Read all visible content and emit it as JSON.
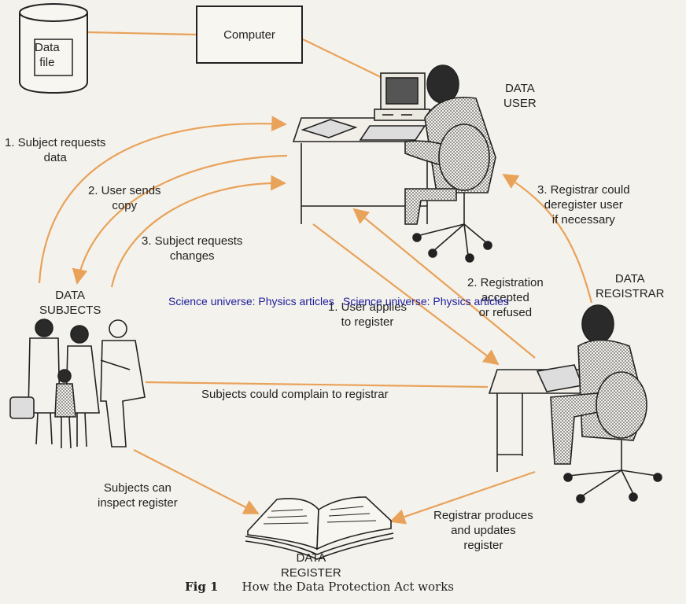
{
  "nodes": {
    "data_file": [
      "Data",
      "file"
    ],
    "computer": "Computer",
    "data_user": [
      "DATA",
      "USER"
    ],
    "data_subjects": [
      "DATA",
      "SUBJECTS"
    ],
    "data_registrar": [
      "DATA",
      "REGISTRAR"
    ],
    "data_register": [
      "DATA",
      "REGISTER"
    ]
  },
  "flows": {
    "subject_requests_data": [
      "1. Subject requests",
      "data"
    ],
    "user_sends_copy": [
      "2. User sends",
      "copy"
    ],
    "subject_requests_changes": [
      "3. Subject requests",
      "changes"
    ],
    "registrar_deregister": [
      "3. Registrar could",
      "deregister user",
      "if necessary"
    ],
    "registration_result": [
      "2. Registration",
      "accepted",
      "or refused"
    ],
    "user_applies": [
      "1. User applies",
      "to register"
    ],
    "subjects_complain": "Subjects could complain to registrar",
    "subjects_inspect": [
      "Subjects can",
      "inspect register"
    ],
    "registrar_produces": [
      "Registrar produces",
      "and updates",
      "register"
    ]
  },
  "watermark": [
    "Science universe: Physics articles",
    "Science universe: Physics articles"
  ],
  "caption": {
    "fig": "Fig 1",
    "text": "How the Data Protection Act works"
  },
  "colors": {
    "arrow": "#e8a25a",
    "ink": "#222222",
    "watermark": "#1c1c9c",
    "background": "#f4f2ec"
  }
}
